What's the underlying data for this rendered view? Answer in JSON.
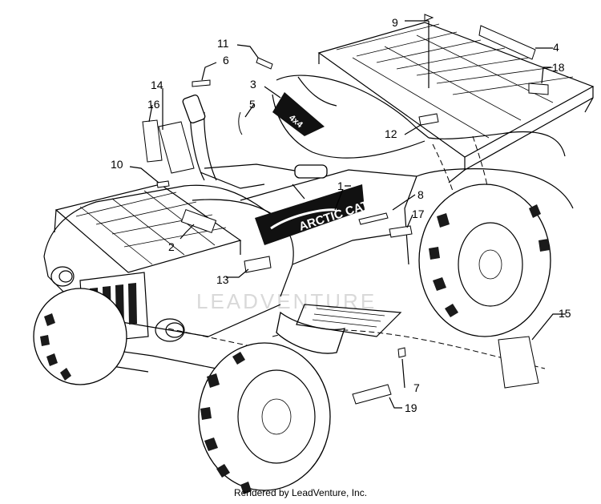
{
  "diagram": {
    "watermark": "LEADVENTURE",
    "decal_text": "ARCTIC CAT",
    "fender_text": "4x4",
    "callouts": [
      "1",
      "2",
      "3",
      "4",
      "5",
      "6",
      "7",
      "8",
      "9",
      "10",
      "11",
      "12",
      "13",
      "14",
      "15",
      "16",
      "17",
      "18",
      "19"
    ]
  },
  "footer": {
    "credit": "Rendered by LeadVenture, Inc."
  },
  "colors": {
    "line": "#000000",
    "watermark": "#d9d9d9",
    "background": "#ffffff"
  }
}
